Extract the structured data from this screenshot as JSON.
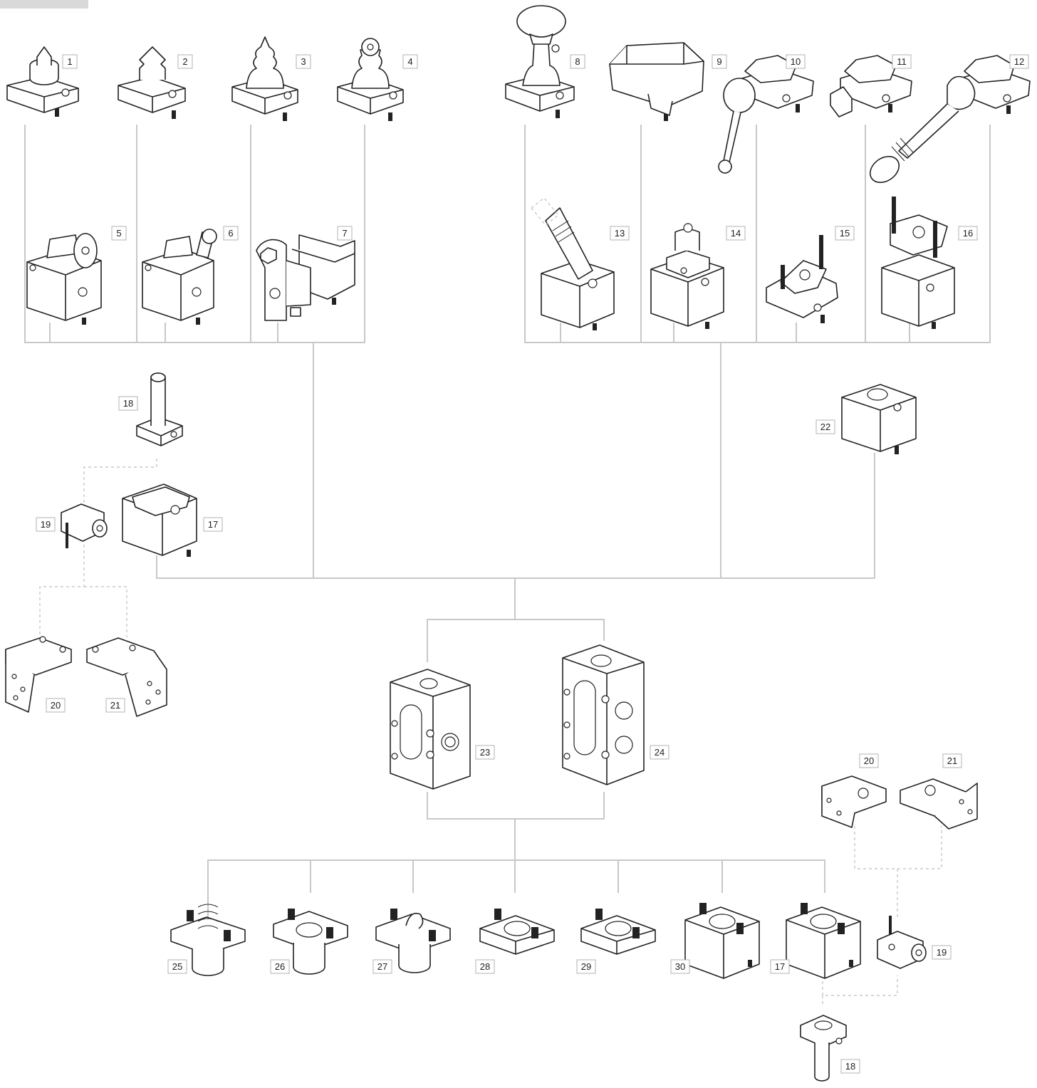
{
  "labels": {
    "n1": "1",
    "n2": "2",
    "n3": "3",
    "n4": "4",
    "n5": "5",
    "n6": "6",
    "n7": "7",
    "n8": "8",
    "n9": "9",
    "n10": "10",
    "n11": "11",
    "n12": "12",
    "n13": "13",
    "n14": "14",
    "n15": "15",
    "n16": "16",
    "n17": "17",
    "n18": "18",
    "n19": "19",
    "n20": "20",
    "n21": "21",
    "n22": "22",
    "n23": "23",
    "n24": "24",
    "n25": "25",
    "n26": "26",
    "n27": "27",
    "n28": "28",
    "n29": "29",
    "n30": "30"
  },
  "colors": {
    "connector": "#c8c8c8",
    "outline": "#222222",
    "label_border": "#b3b3b3",
    "background": "#ffffff"
  }
}
